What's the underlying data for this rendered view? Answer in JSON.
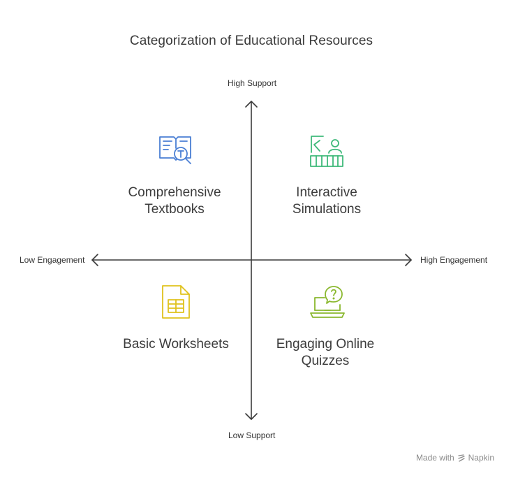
{
  "title": "Categorization of Educational Resources",
  "axes": {
    "y_top": "High Support",
    "y_bottom": "Low Support",
    "x_left": "Low Engagement",
    "x_right": "High Engagement"
  },
  "quadrants": {
    "top_left": {
      "line1": "Comprehensive",
      "line2": "Textbooks",
      "icon": "textbook-icon",
      "color": "#4a7fd4"
    },
    "top_right": {
      "line1": "Interactive",
      "line2": "Simulations",
      "icon": "simulation-icon",
      "color": "#3fb97a"
    },
    "bottom_left": {
      "line1": "Basic Worksheets",
      "line2": "",
      "icon": "worksheet-icon",
      "color": "#e0c21d"
    },
    "bottom_right": {
      "line1": "Engaging Online",
      "line2": "Quizzes",
      "icon": "quiz-laptop-icon",
      "color": "#8ab82e"
    }
  },
  "footer": {
    "made_with": "Made with",
    "brand": "Napkin"
  }
}
